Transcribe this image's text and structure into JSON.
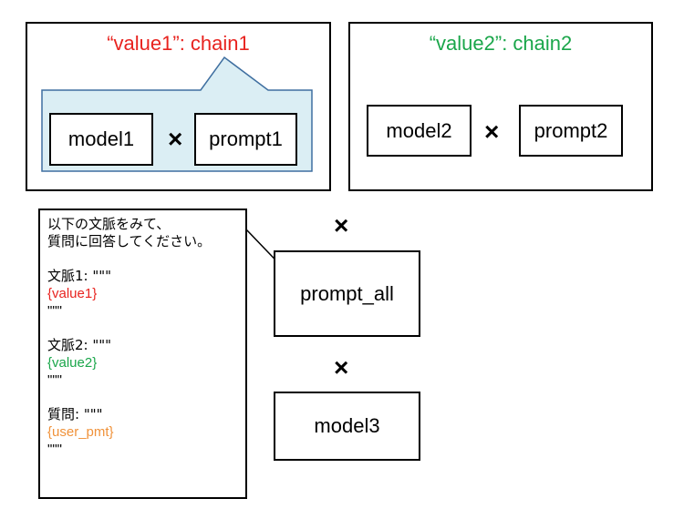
{
  "chain1": {
    "title": "“value1”: chain1",
    "title_color": "#e8231f",
    "model_label": "model1",
    "times": "×",
    "prompt_label": "prompt1"
  },
  "chain2": {
    "title": "“value2”: chain2",
    "title_color": "#1aa64a",
    "model_label": "model2",
    "times": "×",
    "prompt_label": "prompt2"
  },
  "prompt_template": {
    "line1": "以下の文脈をみて、",
    "line2": "質問に回答してください。",
    "ctx1_label": "文脈1: \"\"\"",
    "ctx1_var": "{value1}",
    "ctx1_close": "\"\"\"",
    "ctx2_label": "文脈2: \"\"\"",
    "ctx2_var": "{value2}",
    "ctx2_close": "\"\"\"",
    "q_label": "質問: \"\"\"",
    "q_var": "{user_pmt}",
    "q_close": "\"\"\""
  },
  "final": {
    "times_top": "×",
    "prompt_all_label": "prompt_all",
    "times_mid": "×",
    "model3_label": "model3"
  },
  "colors": {
    "bubble_fill": "#dbeef4",
    "bubble_stroke": "#3f6fa0"
  }
}
